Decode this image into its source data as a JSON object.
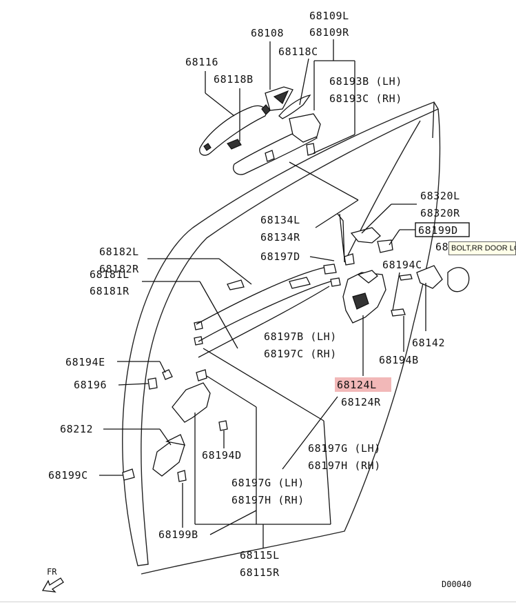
{
  "labels": {
    "p68109L": "68109L",
    "p68109R": "68109R",
    "p68108": "68108",
    "p68118C": "68118C",
    "p68116": "68116",
    "p68118B": "68118B",
    "p68193B": "68193B (LH)",
    "p68193C": "68193C (RH)",
    "p68320L": "68320L",
    "p68320R": "68320R",
    "p68199D": "68199D",
    "p68xx": "68",
    "p68134L": "68134L",
    "p68134R": "68134R",
    "p68182L": "68182L",
    "p68182R": "68182R",
    "p68197D": "68197D",
    "p68194C": "68194C",
    "p68181L": "68181L",
    "p68181R": "68181R",
    "p68197B": "68197B (LH)",
    "p68197C": "68197C (RH)",
    "p68142": "68142",
    "p68194B": "68194B",
    "p68194E": "68194E",
    "p68196": "68196",
    "p68124L": "68124L",
    "p68124R": "68124R",
    "p68212": "68212",
    "p68194D": "68194D",
    "p68197G_a": "68197G (LH)",
    "p68197H_a": "68197H (RH)",
    "p68199C": "68199C",
    "p68197G_b": "68197G (LH)",
    "p68197H_b": "68197H (RH)",
    "p68199B": "68199B",
    "p68115L": "68115L",
    "p68115R": "68115R",
    "fr": "FR",
    "code": "D00040"
  },
  "tooltip": "BOLT,RR DOOR LOCK",
  "colors": {
    "highlight": "#f2b8b8",
    "line": "#111111",
    "tooltip_bg": "#ffffe8"
  }
}
